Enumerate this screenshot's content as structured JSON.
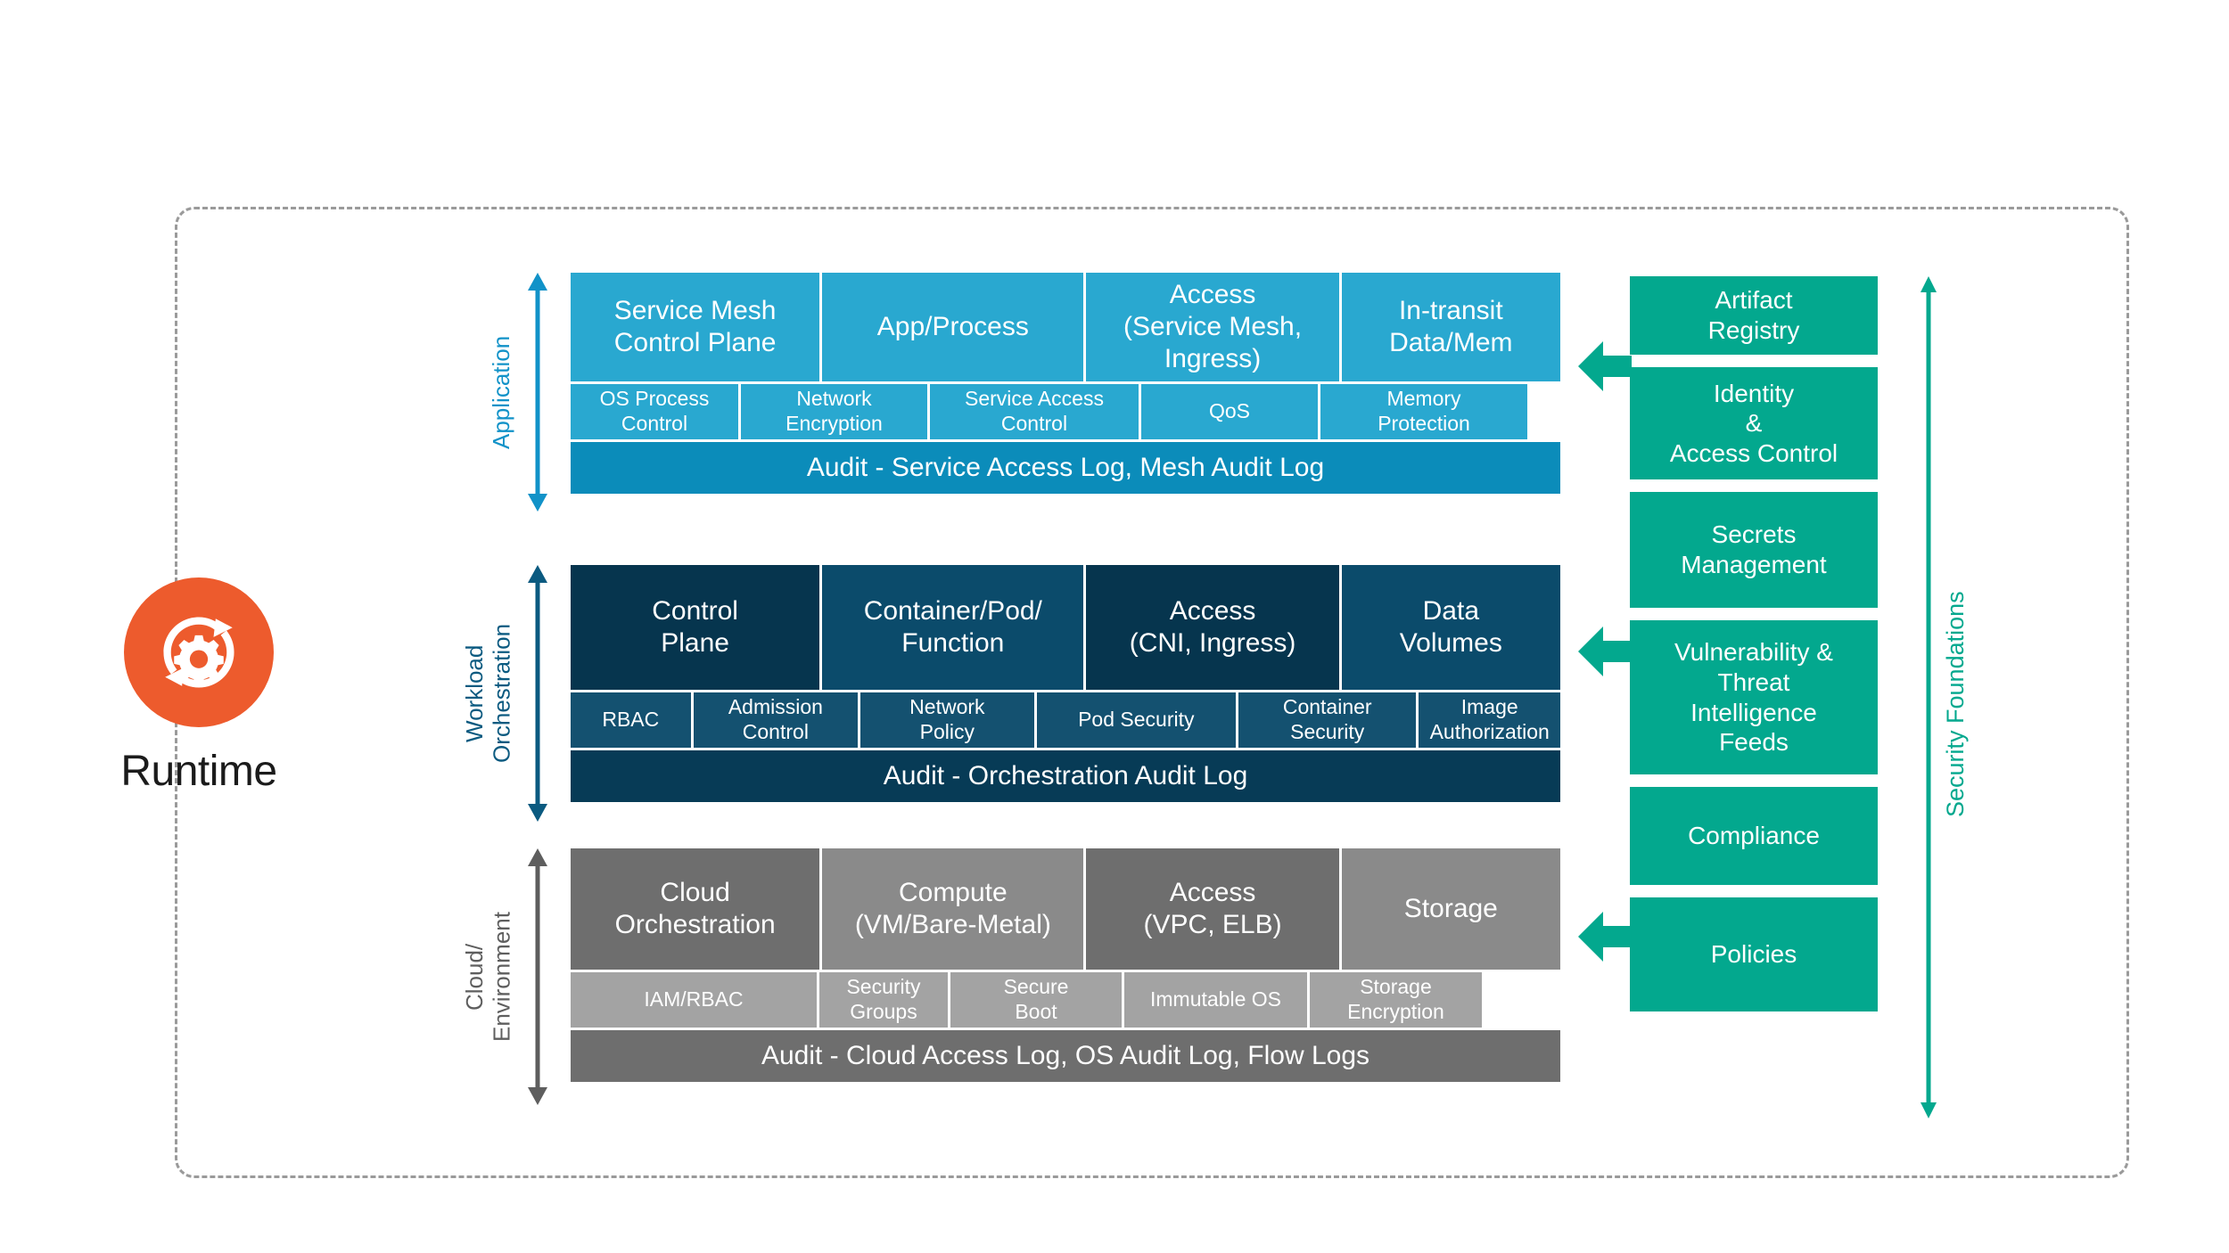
{
  "diagram": {
    "title": "Runtime",
    "runtime_icon": "gear-refresh-cycle-icon",
    "frame_style": "dashed-rounded-rectangle"
  },
  "colors": {
    "runtime_orange": "#ED5B2D",
    "application_blue": "#29A8D0",
    "application_audit_blue": "#0B8CBA",
    "workload_navy_dark": "#06354E",
    "workload_navy_light": "#0B4B6B",
    "workload_mid": "#145170",
    "workload_audit": "#073B56",
    "cloud_grey_dark": "#6E6E6E",
    "cloud_grey_light": "#8A8A8A",
    "cloud_mid_grey": "#A3A3A3",
    "foundation_green": "#03A88E",
    "frame_grey": "#9A9A9A"
  },
  "layers": [
    {
      "id": "application",
      "axis_label": "Application",
      "axis_color": "#1192C8",
      "top_row": [
        {
          "label": "Service Mesh\nControl Plane",
          "width": 175
        },
        {
          "label": "App/Process",
          "width": 186
        },
        {
          "label": "Access\n(Service Mesh,\nIngress)",
          "width": 178
        },
        {
          "label": "In-transit\nData/Mem",
          "width": 151
        }
      ],
      "mid_row": [
        {
          "label": "OS Process\nControl",
          "width": 118
        },
        {
          "label": "Network\nEncryption",
          "width": 131
        },
        {
          "label": "Service Access\nControl",
          "width": 147
        },
        {
          "label": "QoS",
          "width": 124
        },
        {
          "label": "Memory\nProtection",
          "width": 145
        }
      ],
      "audit": "Audit - Service Access Log, Mesh Audit Log"
    },
    {
      "id": "workload-orchestration",
      "axis_label": "Workload\nOrchestration",
      "axis_color": "#0B5A80",
      "top_row": [
        {
          "label": "Control\nPlane",
          "width": 175
        },
        {
          "label": "Container/Pod/\nFunction",
          "width": 186
        },
        {
          "label": "Access\n(CNI, Ingress)",
          "width": 178
        },
        {
          "label": "Data\nVolumes",
          "width": 151
        }
      ],
      "mid_row": [
        {
          "label": "RBAC",
          "width": 85
        },
        {
          "label": "Admission\nControl",
          "width": 116
        },
        {
          "label": "Network\nPolicy",
          "width": 122
        },
        {
          "label": "Pod Security",
          "width": 140
        },
        {
          "label": "Container\nSecurity",
          "width": 126
        },
        {
          "label": "Image\nAuthorization",
          "width": 142
        }
      ],
      "audit": "Audit - Orchestration Audit Log"
    },
    {
      "id": "cloud-environment",
      "axis_label": "Cloud/\nEnvironment",
      "axis_color": "#5E5E5E",
      "top_row": [
        {
          "label": "Cloud\nOrchestration",
          "width": 175
        },
        {
          "label": "Compute\n(VM/Bare-Metal)",
          "width": 186
        },
        {
          "label": "Access\n(VPC, ELB)",
          "width": 178
        },
        {
          "label": "Storage",
          "width": 151
        }
      ],
      "mid_row": [
        {
          "label": "IAM/RBAC",
          "width": 172
        },
        {
          "label": "Security\nGroups",
          "width": 90
        },
        {
          "label": "Secure\nBoot",
          "width": 120
        },
        {
          "label": "Immutable OS",
          "width": 128
        },
        {
          "label": "Storage\nEncryption",
          "width": 121
        }
      ],
      "audit": "Audit - Cloud Access Log, OS Audit Log, Flow Logs"
    }
  ],
  "foundations": {
    "axis_label": "Security Foundations",
    "axis_color": "#03A88E",
    "items": [
      {
        "label": "Artifact\nRegistry",
        "height": 88
      },
      {
        "label": "Identity\n&\nAccess Control",
        "height": 126
      },
      {
        "label": "Secrets\nManagement",
        "height": 130
      },
      {
        "label": "Vulnerability &\nThreat\nIntelligence\nFeeds",
        "height": 173
      },
      {
        "label": "Compliance",
        "height": 110
      },
      {
        "label": "Policies",
        "height": 128
      }
    ],
    "connector_arrows": 3
  }
}
